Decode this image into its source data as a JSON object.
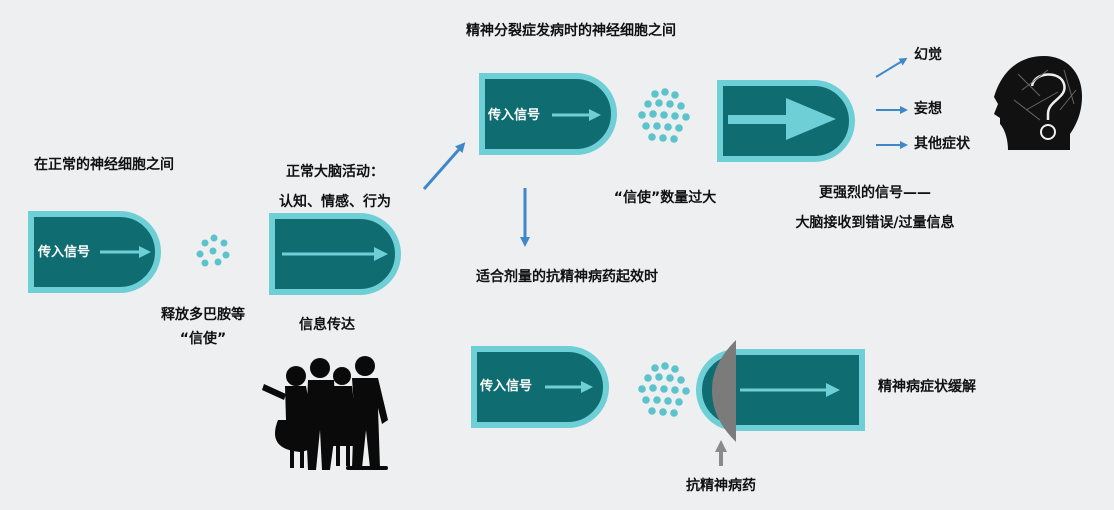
{
  "normal": {
    "title": "在正常的神经细胞之间",
    "signal_label": "传入信号",
    "release_line1": "释放多巴胺等",
    "release_line2": "“信使”",
    "brain_activity_line1": "正常大脑活动：",
    "brain_activity_line2": "认知、情感、行为",
    "transmission_label": "信息传达"
  },
  "schizophrenia": {
    "title": "精神分裂症发病时的神经细胞之间",
    "signal_label": "传入信号",
    "excess_label": "“信使”数量过大",
    "strong_line1": "更强烈的信号——",
    "strong_line2": "大脑接收到错误/过量信息",
    "symptoms": [
      "幻觉",
      "妄想",
      "其他症状"
    ]
  },
  "treatment": {
    "title": "适合剂量的抗精神病药起效时",
    "signal_label": "传入信号",
    "relief_label": "精神病症状缓解",
    "drug_label": "抗精神病药"
  },
  "colors": {
    "capsule_fill": "#0f6d72",
    "capsule_border": "#6ecfd6",
    "dot": "#5cc3cd",
    "arrow_blue": "#3f87c9",
    "blocker": "#888888"
  }
}
